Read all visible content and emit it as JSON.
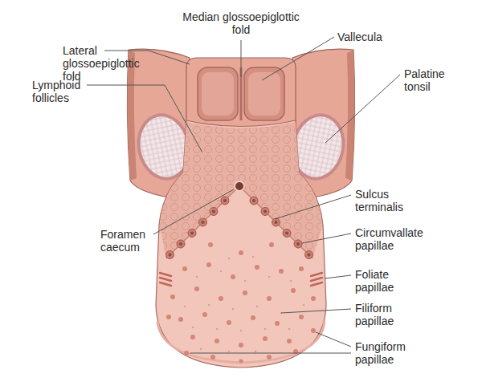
{
  "diagram": {
    "labels": [
      "Median glossoepiglottic fold",
      "Lateral glossoepiglottic fold",
      "Vallecula",
      "Palatine tonsil",
      "Lymphoid follicles",
      "Sulcus terminalis",
      "Foramen caecum",
      "Circumvallate papillae",
      "Foliate papillae",
      "Filiform papillae",
      "Fungiform papillae"
    ]
  }
}
